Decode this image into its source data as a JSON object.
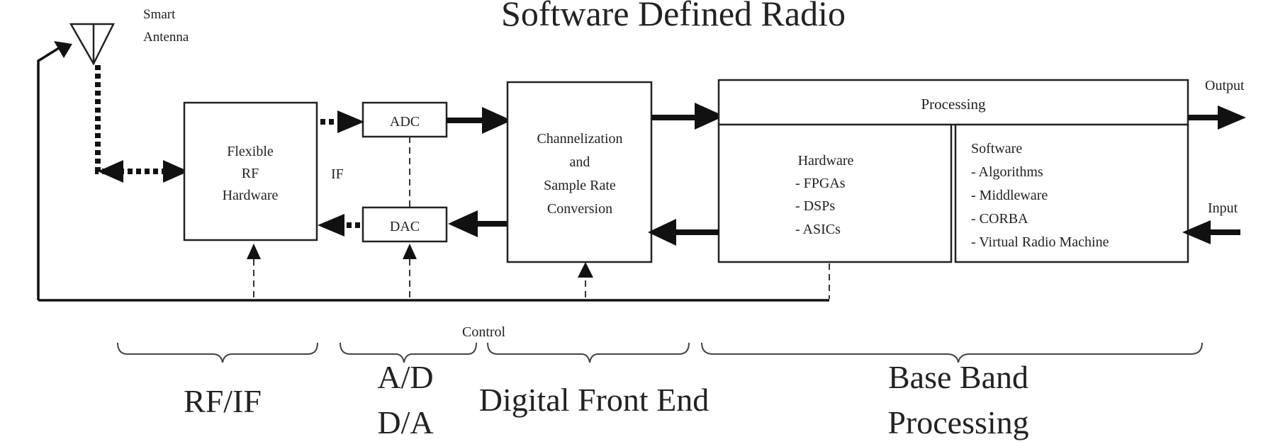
{
  "title": "Software Defined Radio",
  "antenna": {
    "line1": "Smart",
    "line2": "Antenna"
  },
  "rf_box": {
    "line1": "Flexible",
    "line2": "RF",
    "line3": "Hardware"
  },
  "if_label": "IF",
  "adc_label": "ADC",
  "dac_label": "DAC",
  "channel_box": {
    "line1": "Channelization",
    "line2": "and",
    "line3": "Sample Rate",
    "line4": "Conversion"
  },
  "processing_label": "Processing",
  "hardware_box": {
    "heading": "Hardware",
    "items": [
      "- FPGAs",
      "- DSPs",
      "- ASICs"
    ]
  },
  "software_box": {
    "heading": "Software",
    "items": [
      "- Algorithms",
      "- Middleware",
      "- CORBA",
      "- Virtual Radio Machine"
    ]
  },
  "output_label": "Output",
  "input_label": "Input",
  "control_label": "Control",
  "sections": {
    "rf_if": "RF/IF",
    "ad_line1": "A/D",
    "ad_line2": "D/A",
    "dfe": "Digital Front End",
    "bb_line1": "Base Band",
    "bb_line2": "Processing"
  }
}
